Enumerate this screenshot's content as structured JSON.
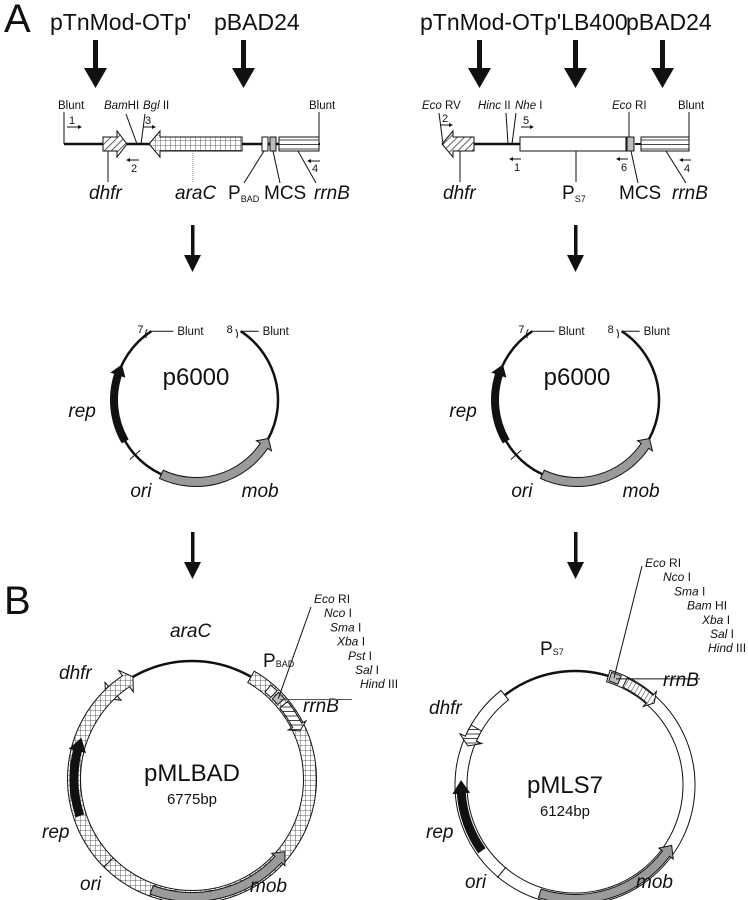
{
  "figure": {
    "panel_labels": {
      "a": "A",
      "b": "B"
    },
    "panel_a": {
      "left": {
        "sources": [
          "pTnMod-OTp'",
          "pBAD24"
        ],
        "sites": {
          "blunt_left": "Blunt",
          "bamhi_it": "Bam",
          "bamhi_rest": "HI",
          "bglii_it": "Bgl",
          "bglii_rest": " II",
          "blunt_right": "Blunt"
        },
        "primers": [
          "1",
          "2",
          "3",
          "4"
        ],
        "genes": {
          "dhfr": "dhfr",
          "arac": "araC",
          "promoter": "P",
          "promoter_sub": "BAD",
          "mcs": "MCS",
          "rrnb": "rrnB"
        }
      },
      "right": {
        "sources": [
          "pTnMod-OTp'LB400",
          "pBAD24"
        ],
        "sites": {
          "ecorv_it": "Eco",
          "ecorv_rest": " RV",
          "hincii_it": "Hinc",
          "hincii_rest": " II",
          "nhei_it": "Nhe",
          "nhei_rest": " I",
          "ecori_it": "Eco",
          "ecori_rest": " RI",
          "blunt": "Blunt"
        },
        "primers": [
          "2",
          "5",
          "1",
          "6",
          "4"
        ],
        "genes": {
          "dhfr": "dhfr",
          "promoter": "P",
          "promoter_sub": "S7",
          "mcs": "MCS",
          "rrnb": "rrnB"
        }
      },
      "vector": {
        "name": "p6000",
        "blunt": "Blunt",
        "primers": [
          "7",
          "8"
        ],
        "genes": {
          "rep": "rep",
          "ori": "ori",
          "mob": "mob"
        }
      }
    },
    "panel_b": {
      "pmlbad": {
        "name": "pMLBAD",
        "size": "6775bp",
        "genes": {
          "arac": "araC",
          "promoter": "P",
          "promoter_sub": "BAD",
          "dhfr": "dhfr",
          "rrnb": "rrnB",
          "rep": "rep",
          "ori": "ori",
          "mob": "mob"
        },
        "mcs_sites": [
          {
            "it": "Eco",
            "rest": " RI"
          },
          {
            "it": "Nco",
            "rest": " I"
          },
          {
            "it": "Sma",
            "rest": " I"
          },
          {
            "it": "Xba",
            "rest": " I"
          },
          {
            "it": "Pst",
            "rest": " I"
          },
          {
            "it": "Sal",
            "rest": " I"
          },
          {
            "it": "Hind",
            "rest": " III"
          }
        ]
      },
      "pmls7": {
        "name": "pMLS7",
        "size": "6124bp",
        "genes": {
          "promoter": "P",
          "promoter_sub": "S7",
          "dhfr": "dhfr",
          "rrnb": "rrnB",
          "rep": "rep",
          "ori": "ori",
          "mob": "mob"
        },
        "mcs_sites": [
          {
            "it": "Eco",
            "rest": " RI"
          },
          {
            "it": "Nco",
            "rest": "  I"
          },
          {
            "it": "Sma",
            "rest": "  I"
          },
          {
            "it": "Bam",
            "rest": " HI"
          },
          {
            "it": "Xba",
            "rest": "  I"
          },
          {
            "it": "Sal",
            "rest": "  I"
          },
          {
            "it": "Hind",
            "rest": "  III"
          }
        ]
      }
    }
  },
  "colors": {
    "ink": "#111111",
    "mob_fill": "#9a9a9a",
    "mcs_fill": "#bdbdbd",
    "rep_fill": "#111111"
  }
}
